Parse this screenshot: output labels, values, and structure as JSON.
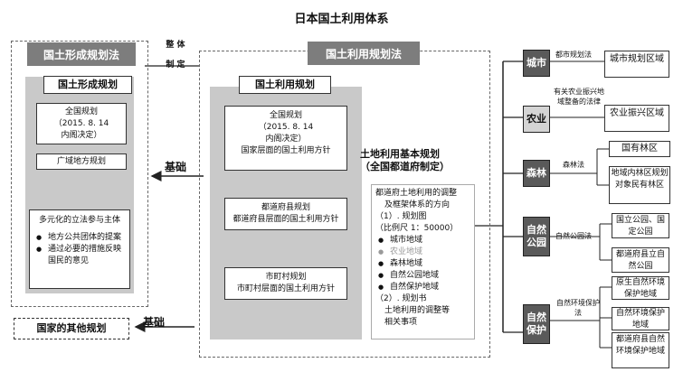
{
  "title": "日本国土利用体系",
  "left": {
    "header": "国土形成规划法",
    "inner_title": "国土形成规划",
    "national_plan": [
      "全国规划",
      "（2015. 8. 14",
      "内阁决定）"
    ],
    "regional_plan": "广域地方规划",
    "participation_title": "多元化的立法参与主体",
    "participation_items": [
      "地方公共团体的提案",
      "通过必要的措施反映国民的意见"
    ]
  },
  "connector": {
    "line1": "整  体",
    "line2": "制  定"
  },
  "base_label": "基础",
  "base_label2": "基础",
  "base_label_vertical": [
    "基",
    "础"
  ],
  "other_plans": "国家的其他规划",
  "center": {
    "header": "国土利用规划法",
    "inner_title": "国土利用规划",
    "national": [
      "全国规划",
      "（2015. 8. 14",
      "内阁决定）",
      "国家层面的国土利用方针"
    ],
    "prefecture": [
      "都道府县规划",
      "都道府县层面的国土利用方针"
    ],
    "municipal": [
      "市町村规划",
      "市町村层面的国土利用方针"
    ]
  },
  "basic_plan": {
    "title_line1": "土地利用基本规划",
    "title_line2": "（全国都道府制定）",
    "desc": [
      "都道府土地利用的调整",
      "及框架体系的方向"
    ],
    "map_title": "（1）. 规划图",
    "scale": "（比例尺 1：50000）",
    "zones": [
      "城市地域",
      "农业地域",
      "森林地域",
      "自然公园地域",
      "自然保护地域"
    ],
    "doc_title": "（2）. 规划书",
    "doc_items": [
      "土地利用的调整等",
      "相关事项"
    ]
  },
  "right": {
    "categories": [
      {
        "name": "城市",
        "law": "都市规划法",
        "targets": [
          "城市规划区域"
        ]
      },
      {
        "name": "农业",
        "law": "有关农业振兴地域整备的法律",
        "targets": [
          "农业振兴区域"
        ]
      },
      {
        "name": "森林",
        "law": "森林法",
        "targets": [
          "国有林区",
          "地域内林区规划对象民有林区"
        ]
      },
      {
        "name": "自然公园",
        "law": "自然公园法",
        "targets": [
          "国立公园、国定公园",
          "都道府县立自然公园"
        ]
      },
      {
        "name": "自然保护",
        "law": "自然环境保护法",
        "targets": [
          "原生自然环境保护地域",
          "自然环境保护地域",
          "都道府县自然环境保护地域"
        ]
      }
    ]
  },
  "colors": {
    "dark": "#5a5a5a",
    "mid": "#7d7d7d",
    "light": "#c9c9c9"
  }
}
